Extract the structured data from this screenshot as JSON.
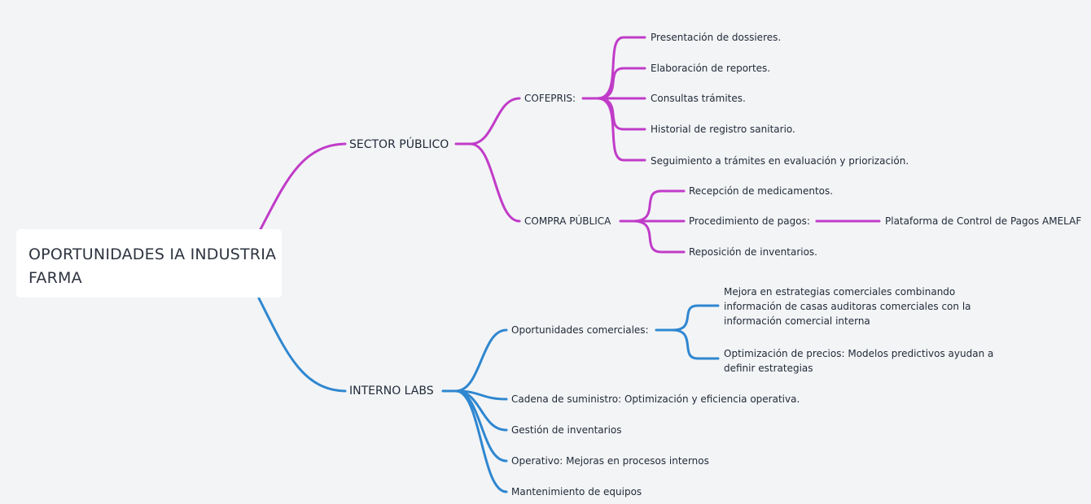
{
  "colors": {
    "sector_publico": "#c03cc8",
    "interno_labs": "#2f87d0",
    "background": "#f3f4f6",
    "root_box": "#ffffff"
  },
  "root": {
    "lines": [
      "OPORTUNIDADES IA INDUSTRIA",
      "FARMA"
    ]
  },
  "sector_publico": {
    "label": "SECTOR PÚBLICO",
    "cofepris": {
      "label": "COFEPRIS:",
      "items": [
        "Presentación de dossieres.",
        "Elaboración de reportes.",
        "Consultas trámites.",
        "Historial de registro sanitario.",
        "Seguimiento a trámites en evaluación y priorización."
      ]
    },
    "compra_publica": {
      "label": "COMPRA PÚBLICA",
      "items": [
        "Recepción de medicamentos.",
        "Procedimiento de pagos:",
        "Reposición de inventarios."
      ],
      "pagos_child": "Plataforma de Control de Pagos AMELAF"
    }
  },
  "interno_labs": {
    "label": "INTERNO LABS",
    "oportunidades": {
      "label": "Oportunidades comerciales:",
      "item1_lines": [
        "Mejora en estrategias comerciales combinando",
        "información de casas auditoras comerciales con la",
        "información comercial interna"
      ],
      "item2_lines": [
        "Optimización de precios: Modelos predictivos ayudan a",
        "definir estrategias"
      ]
    },
    "items": [
      "Cadena de suministro: Optimización y eficiencia operativa.",
      "Gestión de inventarios",
      "Operativo: Mejoras en procesos internos",
      "Mantenimiento de equipos"
    ]
  }
}
